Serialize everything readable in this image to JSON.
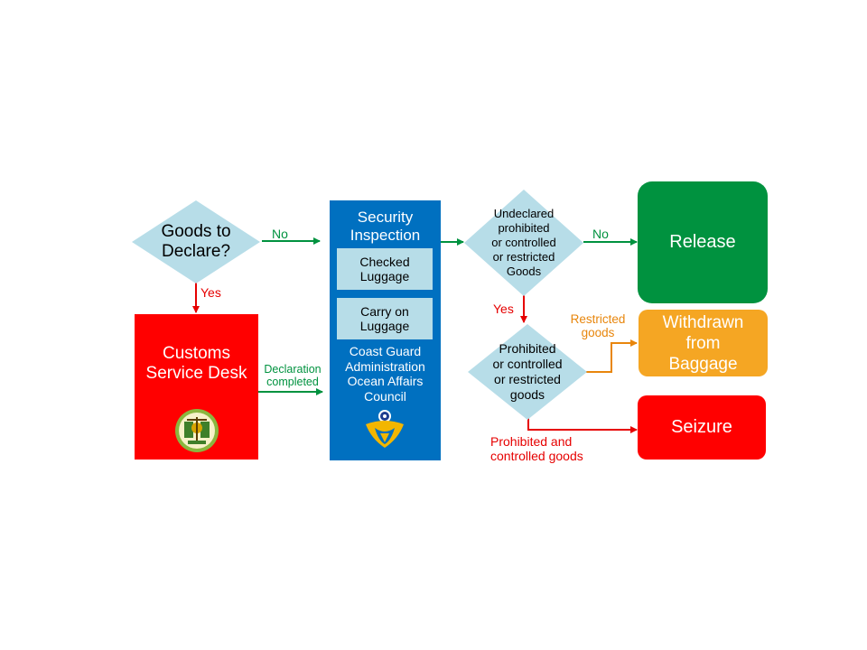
{
  "nodes": {
    "goods_to_declare": "Goods to\nDeclare?",
    "customs_desk": "Customs\nService Desk",
    "security": "Security\nInspection",
    "checked": "Checked\nLuggage",
    "carry_on": "Carry on\nLuggage",
    "coast_guard": "Coast Guard\nAdministration\nOcean Affairs\nCouncil",
    "undeclared": "Undeclared\nprohibited\nor controlled\nor restricted\nGoods",
    "prohibited_q": "Prohibited\nor controlled\nor restricted\ngoods",
    "release": "Release",
    "withdrawn": "Withdrawn\nfrom\nBaggage",
    "seizure": "Seizure"
  },
  "edges": {
    "no_1": "No",
    "yes_1": "Yes",
    "declaration": "Declaration\ncompleted",
    "no_2": "No",
    "yes_2": "Yes",
    "restricted": "Restricted\ngoods",
    "prohibited_controlled": "Prohibited and\ncontrolled goods"
  },
  "colors": {
    "diamond": "#b7dde8",
    "red": "#ff0000",
    "blue": "#0070c0",
    "green": "#00923f",
    "orange": "#f5a623",
    "arrow_green": "#00923f",
    "arrow_red": "#e60000",
    "arrow_orange": "#e8860c",
    "label_orange": "#e8860c"
  }
}
